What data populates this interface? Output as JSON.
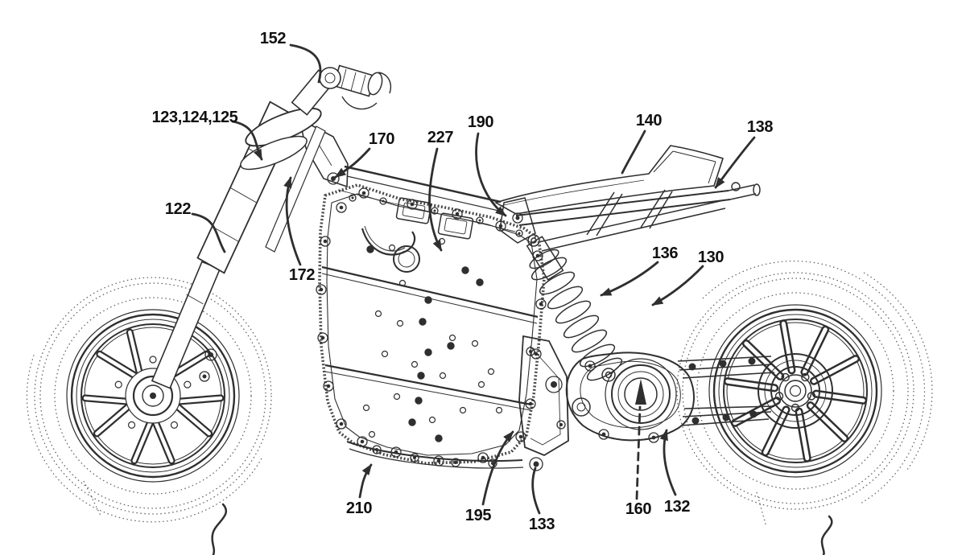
{
  "figure": {
    "kind": "patent-line-drawing",
    "reference_numerals": [
      "152",
      "123,124,125",
      "122",
      "172",
      "170",
      "227",
      "190",
      "140",
      "138",
      "136",
      "130",
      "210",
      "195",
      "133",
      "160",
      "132"
    ]
  },
  "labels": [
    {
      "text": "152"
    },
    {
      "text": "123,124,125"
    },
    {
      "text": "122"
    },
    {
      "text": "172"
    },
    {
      "text": "170"
    },
    {
      "text": "227"
    },
    {
      "text": "190"
    },
    {
      "text": "140"
    },
    {
      "text": "138"
    },
    {
      "text": "136"
    },
    {
      "text": "130"
    },
    {
      "text": "210"
    },
    {
      "text": "195"
    },
    {
      "text": "133"
    },
    {
      "text": "160"
    },
    {
      "text": "132"
    }
  ],
  "colors": {
    "ink": "#2f2f2f",
    "dotted_line": "#5f5f5f",
    "label_text": "#111111",
    "background": "#ffffff"
  }
}
